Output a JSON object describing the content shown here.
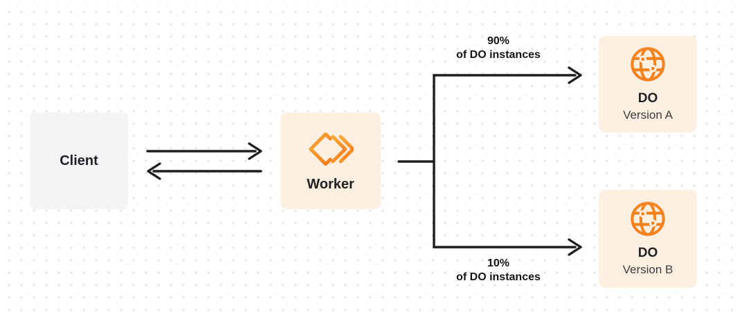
{
  "colors": {
    "accent_orange": "#f6821f",
    "orange_box_bg": "#fdf0e1",
    "gray_box_bg": "#f4f4f6",
    "connector": "#1e1e1e",
    "text_primary": "#1f2023",
    "text_secondary": "#3d3d3d",
    "dot_grid": "#e4e4e4"
  },
  "nodes": {
    "client": {
      "label": "Client"
    },
    "worker": {
      "label": "Worker",
      "icon": "cloudflare-workers-logo-icon"
    },
    "do_version_a": {
      "title": "DO",
      "subtitle": "Version A",
      "icon": "durable-object-globe-icon"
    },
    "do_version_b": {
      "title": "DO",
      "subtitle": "Version B",
      "icon": "durable-object-globe-icon"
    }
  },
  "edge_labels": {
    "to_version_a": {
      "line1": "90%",
      "line2": "of DO instances"
    },
    "to_version_b": {
      "line1": "10%",
      "line2": "of DO instances"
    }
  }
}
